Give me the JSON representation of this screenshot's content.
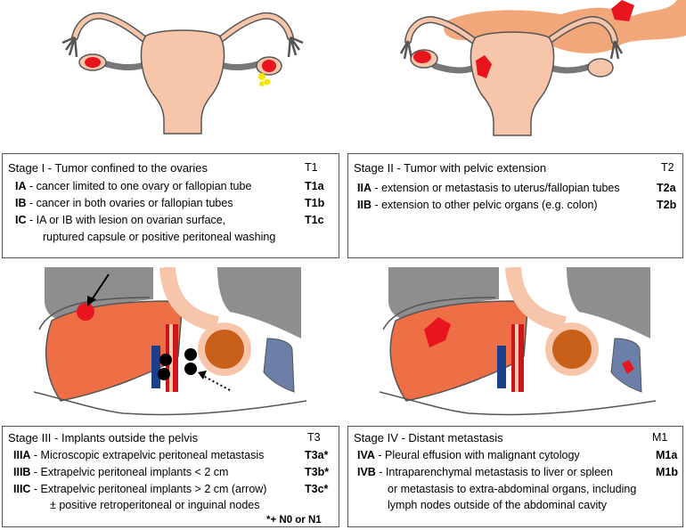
{
  "stage1": {
    "title": "Stage I - Tumor confined to the ovaries",
    "code": "T1",
    "rows": [
      {
        "label": "IA",
        "text": " - cancer limited to one ovary or fallopian tube",
        "code": "T1a"
      },
      {
        "label": "IB",
        "text": " - cancer in both ovaries or fallopian tubes",
        "code": "T1b"
      },
      {
        "label": "IC",
        "text": " - IA or IB with lesion on ovarian surface,",
        "code": "T1c"
      }
    ],
    "continuation": "ruptured capsule or positive peritoneal washing"
  },
  "stage2": {
    "title": "Stage II - Tumor with pelvic extension",
    "code": "T2",
    "rows": [
      {
        "label": "IIA",
        "text": " - extension or metastasis to uterus/fallopian tubes",
        "code": "T2a"
      },
      {
        "label": "IIB",
        "text": " - extension to other pelvic organs (e.g. colon)",
        "code": "T2b"
      }
    ]
  },
  "stage3": {
    "title": "Stage III - Implants outside the pelvis",
    "code": "T3",
    "rows": [
      {
        "label": "IIIA",
        "text": " - Microscopic extrapelvic peritoneal metastasis",
        "code": "T3a*"
      },
      {
        "label": "IIIB",
        "text": " - Extrapelvic peritoneal implants < 2 cm",
        "code": "T3b*"
      },
      {
        "label": "IIIC",
        "text": " - Extrapelvic peritoneal implants > 2 cm (arrow)",
        "code": "T3c*"
      }
    ],
    "continuation": "± positive retroperitoneal or inguinal nodes",
    "footnote": "*+ N0 or N1"
  },
  "stage4": {
    "title": "Stage IV - Distant metastasis",
    "code": "M1",
    "rows": [
      {
        "label": "IVA",
        "text": " - Pleural effusion with malignant cytology",
        "code": "M1a"
      },
      {
        "label": "IVB",
        "text": " - Intraparenchymal metastasis to liver or spleen",
        "code": "M1b"
      }
    ],
    "continuation": [
      "or metastasis to extra-abdominal organs, including",
      "lymph nodes outside of the abdominal cavity"
    ]
  },
  "colors": {
    "uterus": "#f7c6aa",
    "outline": "#555555",
    "tumor": "#e8141e",
    "liver": "#ee6f45",
    "lung": "#8e8e8e",
    "bowel": "#c8601a",
    "spleen": "#6b7fa8",
    "washing": "#f2e600",
    "vein": "#1c3f8c",
    "artery": "#c8161c",
    "node": "#000000"
  }
}
